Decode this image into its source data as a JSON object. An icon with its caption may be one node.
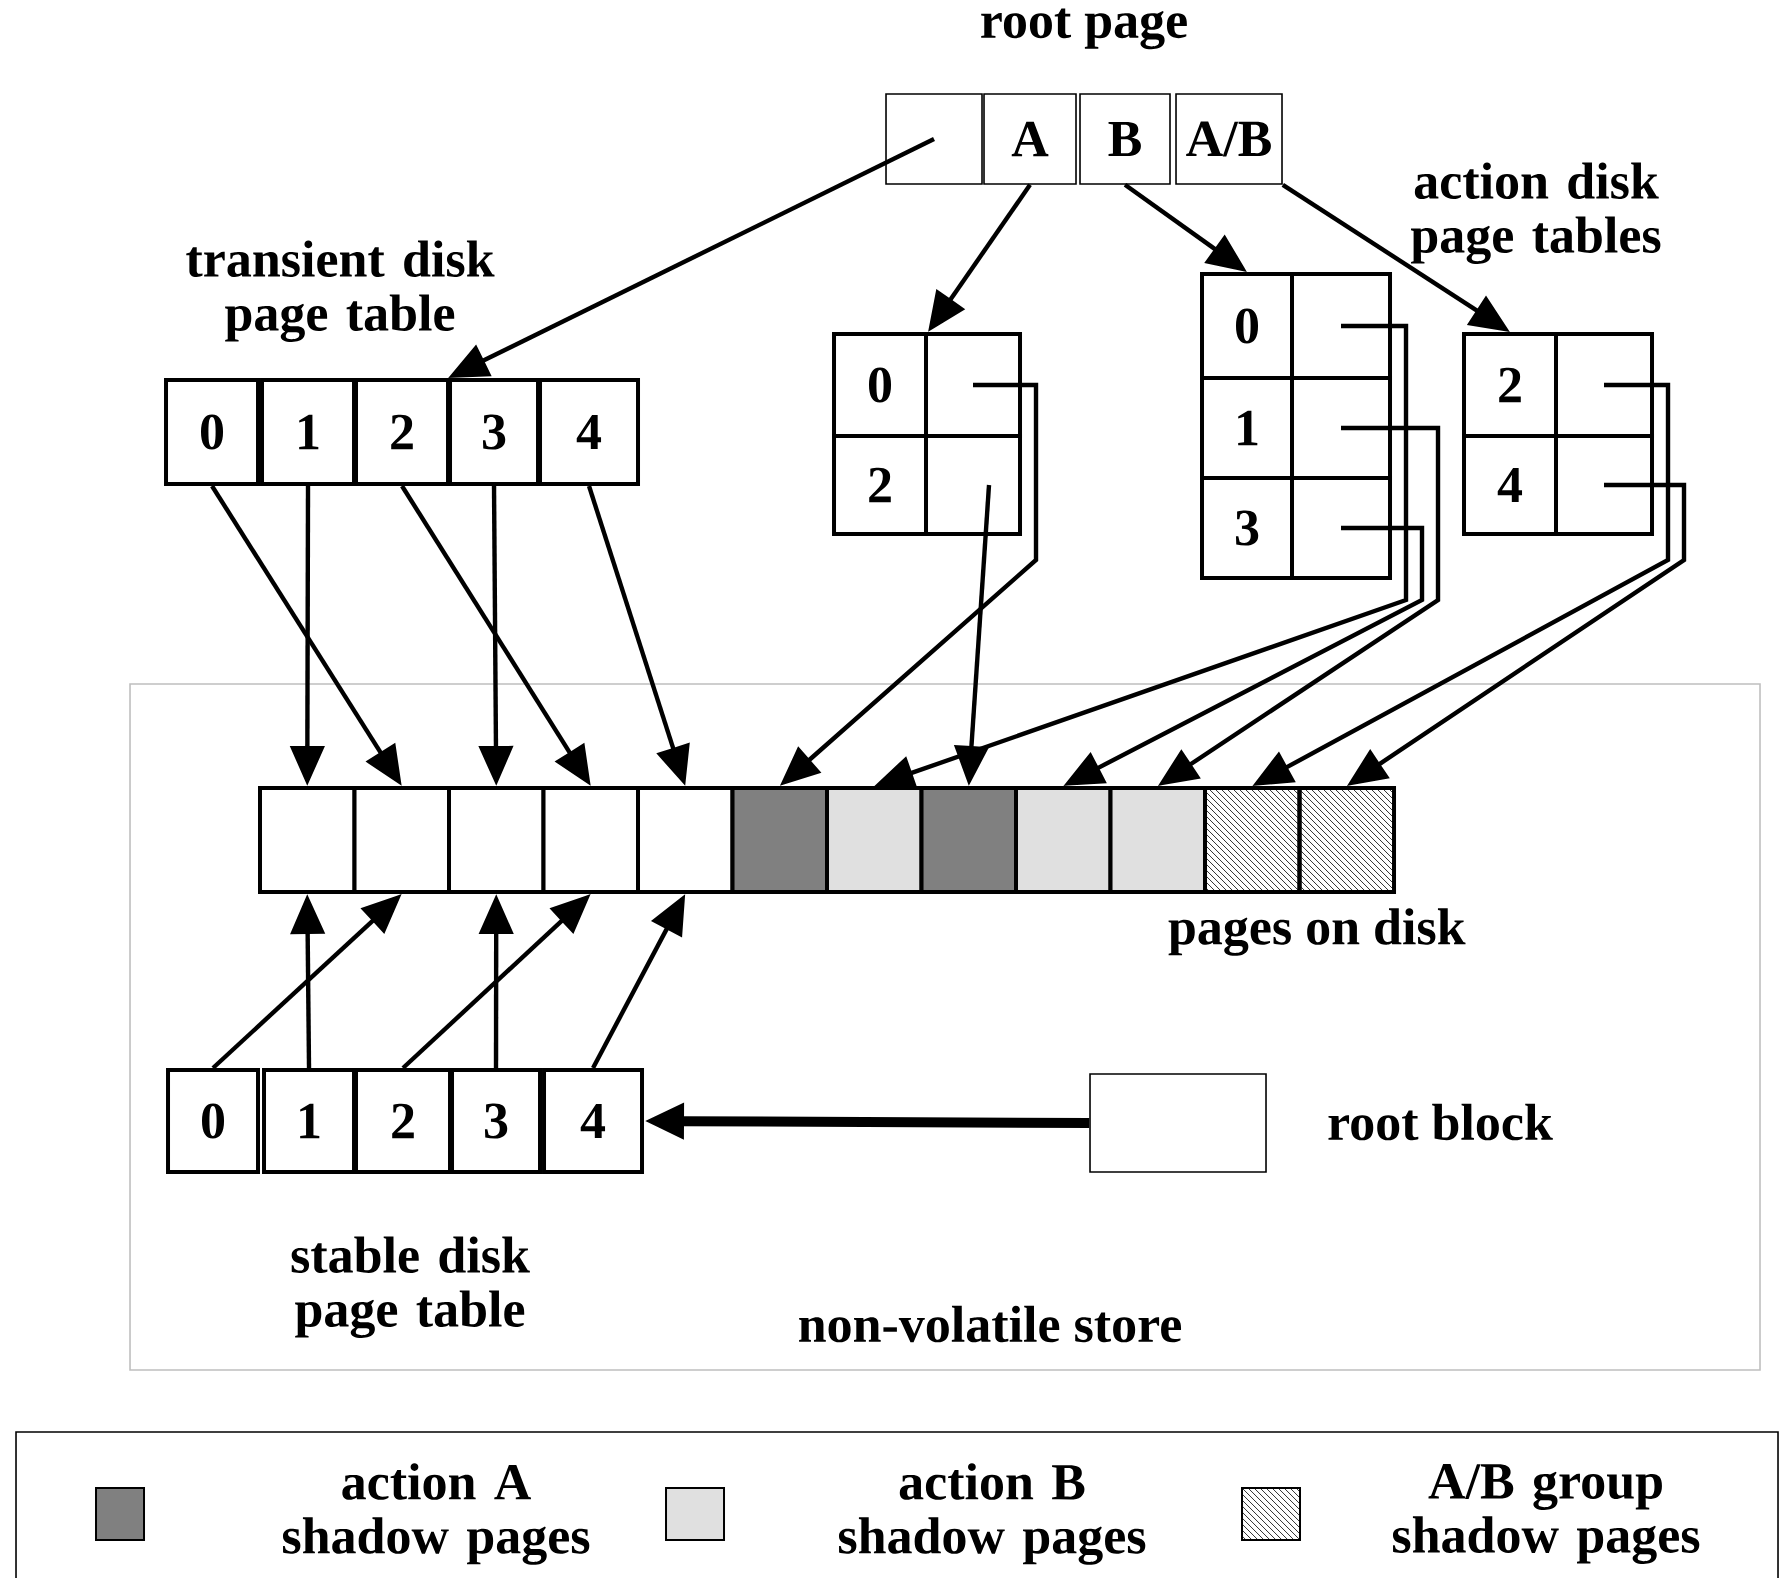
{
  "diagram": {
    "nodes": [
      {
        "text": [],
        "shape": "box"
      },
      {
        "text": [
          "A"
        ]
      },
      {
        "text": [
          "B"
        ]
      },
      {
        "text": [
          "A/B"
        ]
      },
      {
        "text": [
          "0"
        ]
      },
      {
        "text": [
          "1"
        ]
      },
      {
        "text": [
          "2"
        ]
      },
      {
        "text": [
          "3"
        ]
      },
      {
        "text": [
          "4"
        ]
      },
      {
        "text": [
          "0"
        ]
      },
      {
        "text": [],
        "shape": "box"
      },
      {
        "text": [
          "2"
        ]
      },
      {
        "text": [],
        "shape": "box"
      },
      {
        "text": [
          "0"
        ]
      },
      {
        "text": [],
        "shape": "box"
      },
      {
        "text": [
          "1"
        ]
      },
      {
        "text": [],
        "shape": "box"
      },
      {
        "text": [
          "3"
        ]
      },
      {
        "text": [],
        "shape": "box"
      },
      {
        "text": [
          "2"
        ]
      },
      {
        "text": [],
        "shape": "box"
      },
      {
        "text": [
          "4"
        ]
      },
      {
        "text": [],
        "shape": "box"
      },
      {
        "text": [
          "non-volatile store"
        ]
      },
      {
        "text": [],
        "shape": "box",
        "in": 23
      },
      {
        "text": [],
        "shape": "box",
        "in": 23
      },
      {
        "text": [],
        "shape": "box",
        "in": 23
      },
      {
        "text": [],
        "shape": "box",
        "in": 23
      },
      {
        "text": [],
        "shape": "box",
        "in": 23
      },
      {
        "text": [],
        "shape": "box",
        "in": 23
      },
      {
        "text": [],
        "shape": "box",
        "in": 23
      },
      {
        "text": [],
        "shape": "box",
        "in": 23
      },
      {
        "text": [],
        "shape": "box",
        "in": 23
      },
      {
        "text": [],
        "shape": "box",
        "in": 23
      },
      {
        "text": [],
        "shape": "box",
        "in": 23
      },
      {
        "text": [],
        "shape": "box",
        "in": 23
      },
      {
        "text": [
          "0"
        ],
        "in": 23
      },
      {
        "text": [
          "1"
        ],
        "in": 23
      },
      {
        "text": [
          "2"
        ],
        "in": 23
      },
      {
        "text": [
          "3"
        ],
        "in": 23
      },
      {
        "text": [
          "4"
        ],
        "in": 23
      },
      {
        "text": [],
        "shape": "box",
        "in": 23,
        "beside": [
          "root block"
        ]
      }
    ],
    "edges": [
      {
        "from": 0,
        "to": 7,
        "arrow": "to"
      },
      {
        "from": 1,
        "to": 9,
        "arrow": "to"
      },
      {
        "from": 2,
        "to": 13,
        "arrow": "to"
      },
      {
        "from": 3,
        "to": 19,
        "arrow": "to"
      },
      {
        "from": 4,
        "to": 25,
        "arrow": "to"
      },
      {
        "from": 5,
        "to": 24,
        "arrow": "to"
      },
      {
        "from": 6,
        "to": 27,
        "arrow": "to"
      },
      {
        "from": 7,
        "to": 26,
        "arrow": "to"
      },
      {
        "from": 8,
        "to": 28,
        "arrow": "to"
      },
      {
        "from": 10,
        "to": 29,
        "arrow": "to"
      },
      {
        "from": 12,
        "to": 31,
        "arrow": "to"
      },
      {
        "from": 14,
        "to": 30,
        "arrow": "to"
      },
      {
        "from": 16,
        "to": 33,
        "arrow": "to"
      },
      {
        "from": 18,
        "to": 32,
        "arrow": "to"
      },
      {
        "from": 20,
        "to": 34,
        "arrow": "to"
      },
      {
        "from": 22,
        "to": 35,
        "arrow": "to"
      },
      {
        "from": 36,
        "to": 25,
        "arrow": "to"
      },
      {
        "from": 37,
        "to": 24,
        "arrow": "to"
      },
      {
        "from": 38,
        "to": 27,
        "arrow": "to"
      },
      {
        "from": 39,
        "to": 26,
        "arrow": "to"
      },
      {
        "from": 40,
        "to": 28,
        "arrow": "to"
      },
      {
        "from": 41,
        "to": 40,
        "arrow": "to",
        "style": "thick"
      }
    ],
    "labels": [
      "root page",
      "transient disk page table",
      "action disk page tables",
      "pages on disk",
      "stable disk page table"
    ],
    "legend": [
      {
        "text": "action A shadow pages",
        "color": "#808080"
      },
      {
        "text": "action B shadow pages",
        "color": "#e0e0e0"
      },
      {
        "text": "A/B group shadow pages"
      }
    ]
  }
}
